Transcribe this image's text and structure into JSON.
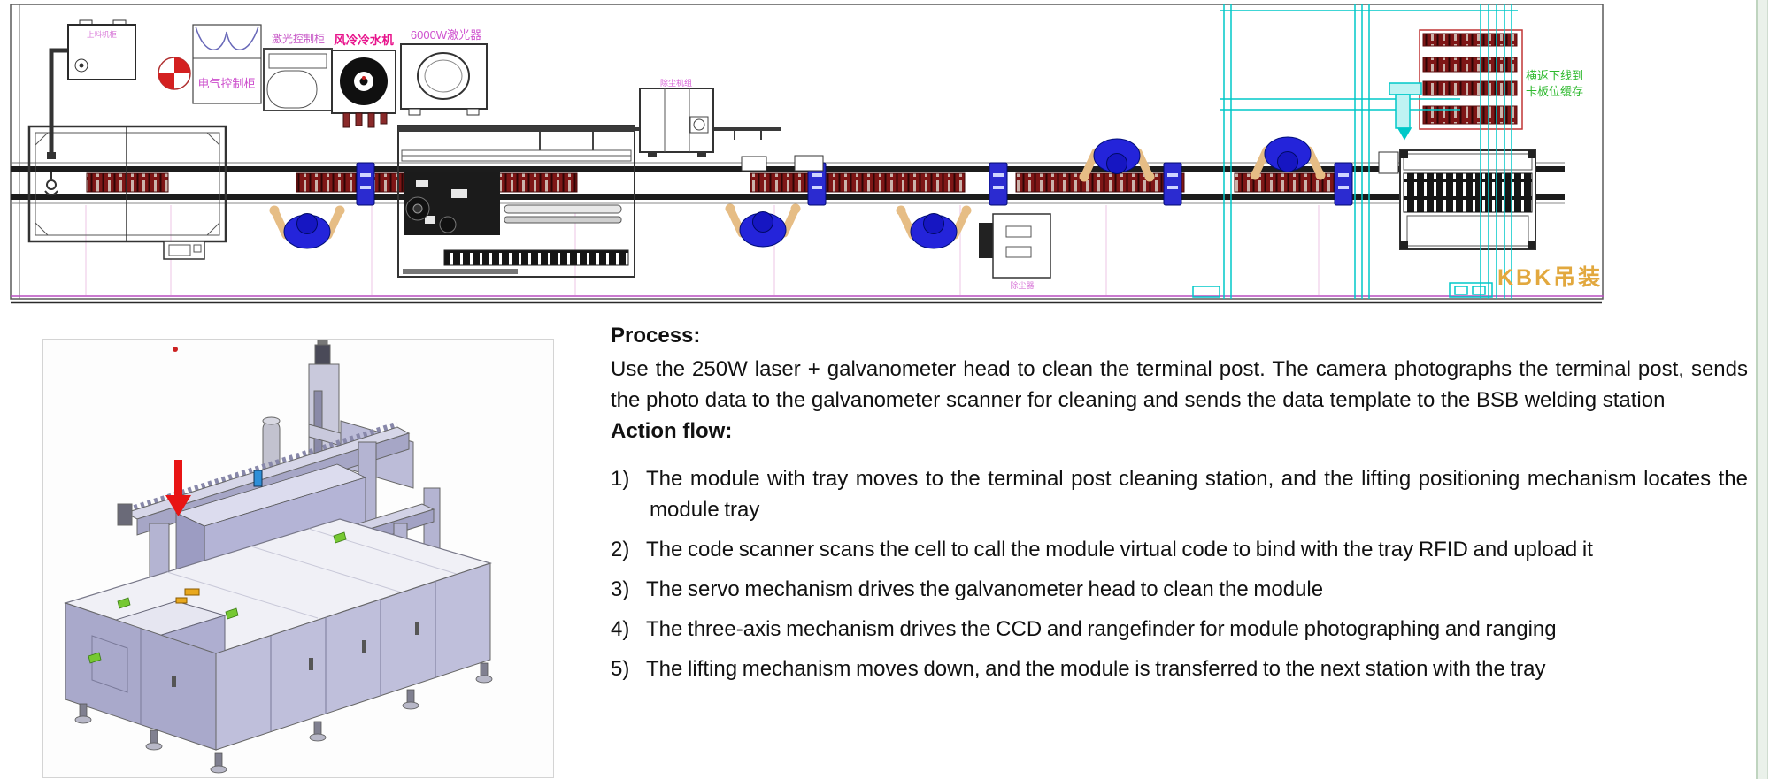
{
  "colors": {
    "magenta_label": "#cc4ccc",
    "red_label": "#e8148c",
    "green_label": "#2db92d",
    "kbk_orange": "#e2a83e",
    "cyan": "#00c8c8",
    "conveyor_red": "#7e1616",
    "worker_blue": "#2424da",
    "arrow_red": "#e81414"
  },
  "cad": {
    "feed_cabinet_label": "上料机柜",
    "electrical_cabinet_label": "电气控制柜",
    "laser_control_cabinet_label": "激光控制柜",
    "chiller_label": "风冷冷水机",
    "laser_source_label": "6000W激光器",
    "dust_collector_top_label": "除尘机组",
    "dust_collector_right_label": "除尘器",
    "buffer_note_line1": "横返下线到",
    "buffer_note_line2": "卡板位缓存",
    "kbk_label": "KBK吊装"
  },
  "text_panel": {
    "process_heading": "Process",
    "heading_colon": ":",
    "process_body": "Use the 250W laser + galvanometer head to clean the terminal post. The camera photographs the terminal post, sends the photo data to the galvanometer scanner for cleaning and sends the data template to the BSB welding station",
    "action_heading": "Action flow",
    "steps": [
      {
        "num": "1)",
        "text": "The module with tray moves to the terminal post cleaning station, and the lifting positioning mechanism locates the module tray"
      },
      {
        "num": "2)",
        "text": "The code scanner scans the cell to call the module virtual code to bind with the tray RFID and upload it"
      },
      {
        "num": "3)",
        "text": "The servo mechanism drives the galvanometer head to clean the module"
      },
      {
        "num": "4)",
        "text": "The three-axis mechanism drives the CCD and rangefinder for module photographing and ranging"
      },
      {
        "num": "5)",
        "text": "The lifting mechanism moves down, and the module is transferred to the next station with the tray"
      }
    ]
  }
}
